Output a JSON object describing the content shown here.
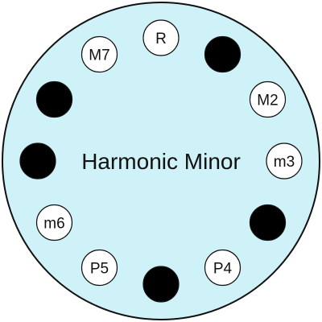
{
  "title": "Harmonic Minor",
  "colors": {
    "background_circle": "#cff2f8",
    "outline": "#111111",
    "in_scale_fill": "#ffffff",
    "out_of_scale_fill": "#000000"
  },
  "positions": [
    {
      "label": "R",
      "in_scale": true
    },
    {
      "label": "",
      "in_scale": false
    },
    {
      "label": "M2",
      "in_scale": true
    },
    {
      "label": "m3",
      "in_scale": true
    },
    {
      "label": "",
      "in_scale": false
    },
    {
      "label": "P4",
      "in_scale": true
    },
    {
      "label": "",
      "in_scale": false
    },
    {
      "label": "P5",
      "in_scale": true
    },
    {
      "label": "m6",
      "in_scale": true
    },
    {
      "label": "",
      "in_scale": false
    },
    {
      "label": "",
      "in_scale": false
    },
    {
      "label": "M7",
      "in_scale": true
    }
  ]
}
